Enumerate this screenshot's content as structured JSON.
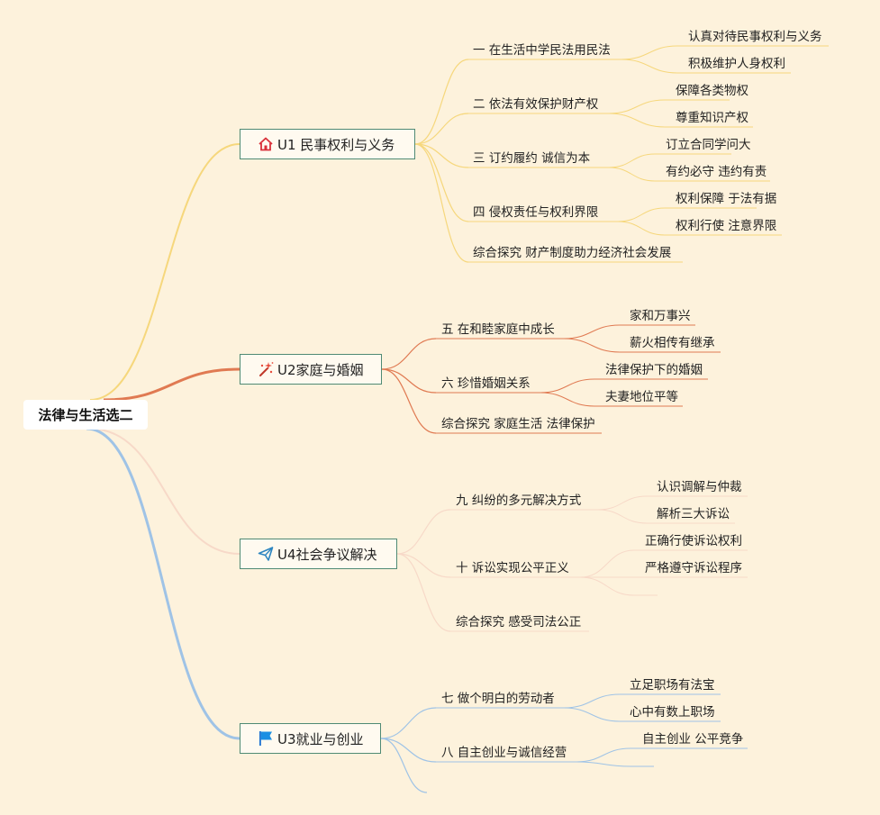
{
  "root": {
    "label": "法律与生活选二"
  },
  "units": [
    {
      "label": "U1 民事权利与义务",
      "icon": "home-icon",
      "color": "#f6d77c",
      "children": [
        {
          "label": "一 在生活中学民法用民法",
          "children": [
            "认真对待民事权利与义务",
            "积极维护人身权利"
          ]
        },
        {
          "label": "二 依法有效保护财产权",
          "children": [
            "保障各类物权",
            "尊重知识产权"
          ]
        },
        {
          "label": "三 订约履约 诚信为本",
          "children": [
            "订立合同学问大",
            "有约必守 违约有责"
          ]
        },
        {
          "label": "四 侵权责任与权利界限",
          "children": [
            "权利保障 于法有据",
            "权利行使 注意界限"
          ]
        },
        {
          "label": "综合探究 财产制度助力经济社会发展",
          "children": []
        }
      ]
    },
    {
      "label": "U2家庭与婚姻",
      "icon": "sparkle-wand-icon",
      "color": "#e07a52",
      "children": [
        {
          "label": "五 在和睦家庭中成长",
          "children": [
            "家和万事兴",
            "薪火相传有继承"
          ]
        },
        {
          "label": "六 珍惜婚姻关系",
          "children": [
            "法律保护下的婚姻",
            "夫妻地位平等"
          ]
        },
        {
          "label": "综合探究 家庭生活 法律保护",
          "children": []
        }
      ]
    },
    {
      "label": "U4社会争议解决",
      "icon": "paper-plane-icon",
      "color": "#f7d9c8",
      "children": [
        {
          "label": "九 纠纷的多元解决方式",
          "children": [
            "认识调解与仲裁",
            "解析三大诉讼"
          ]
        },
        {
          "label": "十 诉讼实现公平正义",
          "children": [
            "正确行使诉讼权利",
            "严格遵守诉讼程序",
            ""
          ]
        },
        {
          "label": "综合探究 感受司法公正",
          "children": []
        }
      ]
    },
    {
      "label": "U3就业与创业",
      "icon": "flag-icon",
      "color": "#9fc3e6",
      "children": [
        {
          "label": "七 做个明白的劳动者",
          "children": [
            "立足职场有法宝",
            "心中有数上职场"
          ]
        },
        {
          "label": "八 自主创业与诚信经营",
          "children": [
            "自主创业 公平竞争",
            ""
          ]
        },
        {
          "label": "",
          "children": []
        }
      ]
    }
  ]
}
